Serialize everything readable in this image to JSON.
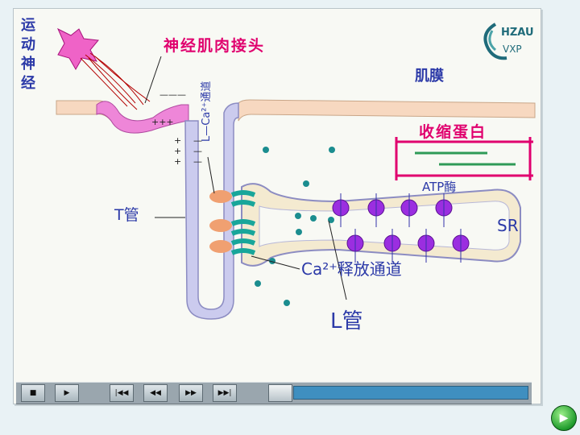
{
  "labels": {
    "motor_nerve": [
      "运",
      "动",
      "神",
      "经"
    ],
    "nmj": "神经肌肉接头",
    "sarcolemma": "肌膜",
    "l_ca_channel": "L—Ca²⁺通道",
    "contractile_protein": "收缩蛋白",
    "atpase": "ATP酶",
    "t_tubule": "T管",
    "sr": "SR",
    "ca_release_channel": "Ca²⁺释放通道",
    "l_tubule": "L管",
    "charges_top": "———",
    "charges_plus": "+++",
    "charges_plus_left": "+\n+\n+",
    "charges_minus_right": "—\n—\n—"
  },
  "logo": {
    "line1": "HZAU",
    "line2": "VXP"
  },
  "toolbar": {
    "stop": "■",
    "play": "▶",
    "first": "|◀◀",
    "back": "◀◀",
    "forward": "▶▶",
    "last": "▶▶|"
  },
  "nav": {
    "next": "▶"
  },
  "colors": {
    "membrane": "#f7d8c0",
    "muscle_pink": "#ee86d8",
    "t_tubule": "#cbcbee",
    "pump": "#9b2ee0",
    "receptor": "#f0a071",
    "label_blue": "#2c3aa8",
    "label_red": "#e0006e"
  }
}
